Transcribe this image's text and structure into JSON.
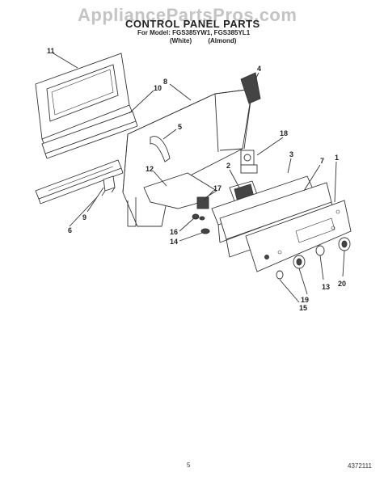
{
  "watermark": "AppliancePartsPros.com",
  "header": {
    "title": "CONTROL PANEL PARTS",
    "model_line": "For Model: FGS385YW1, FGS385YL1",
    "colors": [
      "(White)",
      "(Almond)"
    ]
  },
  "callouts": {
    "c1": "1",
    "c2": "2",
    "c3": "3",
    "c4": "4",
    "c5": "5",
    "c6": "6",
    "c7": "7",
    "c8": "8",
    "c9": "9",
    "c10": "10",
    "c11": "11",
    "c12": "12",
    "c13": "13",
    "c14": "14",
    "c15": "15",
    "c16": "16",
    "c17": "17",
    "c18": "18",
    "c19": "19",
    "c20": "20"
  },
  "footer": {
    "page_number": "5",
    "document_number": "4372111"
  }
}
